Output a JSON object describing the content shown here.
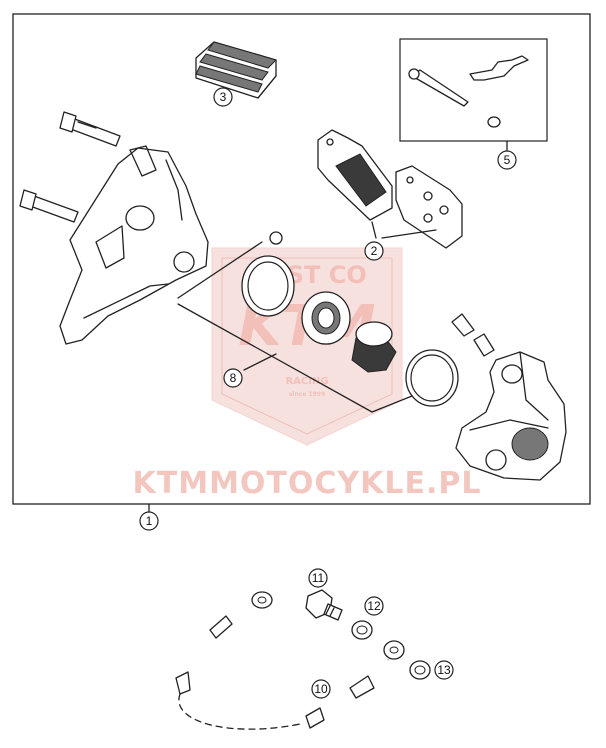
{
  "callouts": [
    {
      "id": "1",
      "label": "1"
    },
    {
      "id": "2",
      "label": "2"
    },
    {
      "id": "3",
      "label": "3"
    },
    {
      "id": "5",
      "label": "5"
    },
    {
      "id": "8",
      "label": "8"
    },
    {
      "id": "10",
      "label": "10"
    },
    {
      "id": "11",
      "label": "11"
    },
    {
      "id": "12",
      "label": "12"
    },
    {
      "id": "13",
      "label": "13"
    }
  ],
  "watermark": {
    "badge_top": "DUST CO",
    "badge_brand": "KTM",
    "badge_sub": "RACING",
    "badge_sub2": "since 1999",
    "site": "KTMMOTOCYKLE.PL"
  }
}
